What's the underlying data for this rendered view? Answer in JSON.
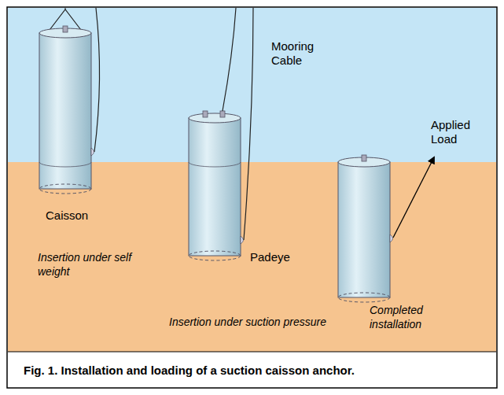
{
  "diagram": {
    "caption": "Fig. 1. Installation and loading of a suction caisson anchor.",
    "labels": [
      "Mooring Cable",
      "Applied Load",
      "Caisson",
      "Padeye",
      "Insertion under self weight",
      "Insertion under suction pressure",
      "Completed installation"
    ]
  }
}
